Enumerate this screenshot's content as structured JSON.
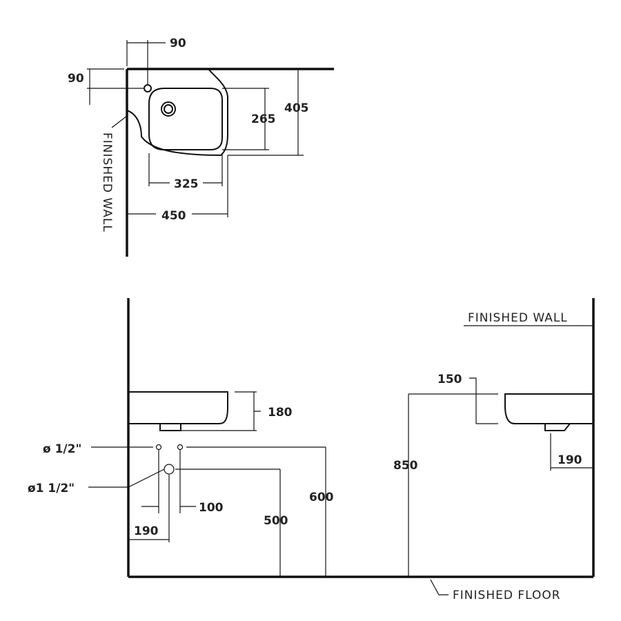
{
  "plan_view": {
    "dim_offset_x": "90",
    "dim_offset_y": "90",
    "dim_basin_depth": "405",
    "dim_bowl_depth": "265",
    "dim_bowl_width": "325",
    "dim_basin_width": "450",
    "wall_label": "FINISHED WALL"
  },
  "elevation": {
    "wall_label": "FINISHED WALL",
    "floor_label": "FINISHED FLOOR",
    "dim_basin_height": "180",
    "pipe_small_label": "ø 1/2\"",
    "pipe_large_label": "ø1 1/2\"",
    "dim_pipe_spacing": "100",
    "dim_waste_offset": "190",
    "dim_waste_height": "500",
    "dim_supply_height": "600",
    "dim_rim_height": "850",
    "dim_side_gap": "150",
    "dim_side_waste": "190"
  }
}
